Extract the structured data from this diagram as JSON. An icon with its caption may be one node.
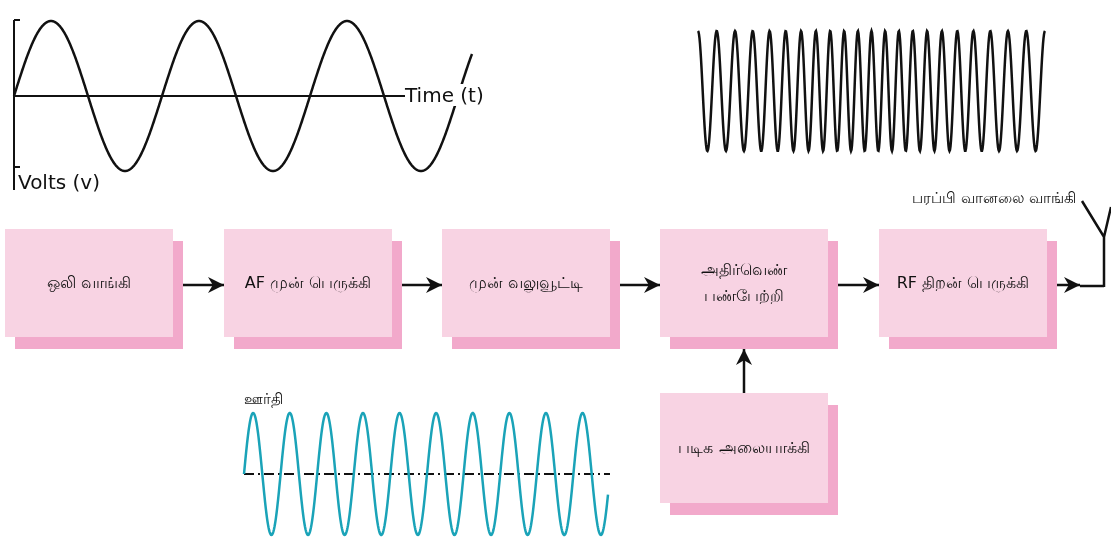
{
  "diagram": {
    "nodes": [
      {
        "text": [
          "ஒலி வாங்கி"
        ]
      },
      {
        "text": [
          "AF முன் பெருக்கி"
        ]
      },
      {
        "text": [
          "முன் வலுவூட்டி"
        ]
      },
      {
        "text": [
          "அதிர்வெண் பண்பேற்றி"
        ]
      },
      {
        "text": [
          "RF திறன் பெருக்கி"
        ]
      },
      {
        "text": [
          "படிக அலையாக்கி"
        ]
      },
      {
        "text": [],
        "shape": "picture",
        "beside": [
          "பரப்பி வானலை வாங்கி"
        ]
      }
    ],
    "edges": [
      {
        "from": 0,
        "to": 1,
        "arrow": "to"
      },
      {
        "from": 1,
        "to": 2,
        "arrow": "to"
      },
      {
        "from": 2,
        "to": 3,
        "arrow": "to"
      },
      {
        "from": 3,
        "to": 4,
        "arrow": "to"
      },
      {
        "from": 4,
        "to": 6,
        "arrow": "to"
      },
      {
        "from": 5,
        "to": 3,
        "arrow": "to"
      }
    ],
    "labels": [
      "Time (t)",
      "Volts (v)",
      "ஊர்தி"
    ]
  }
}
